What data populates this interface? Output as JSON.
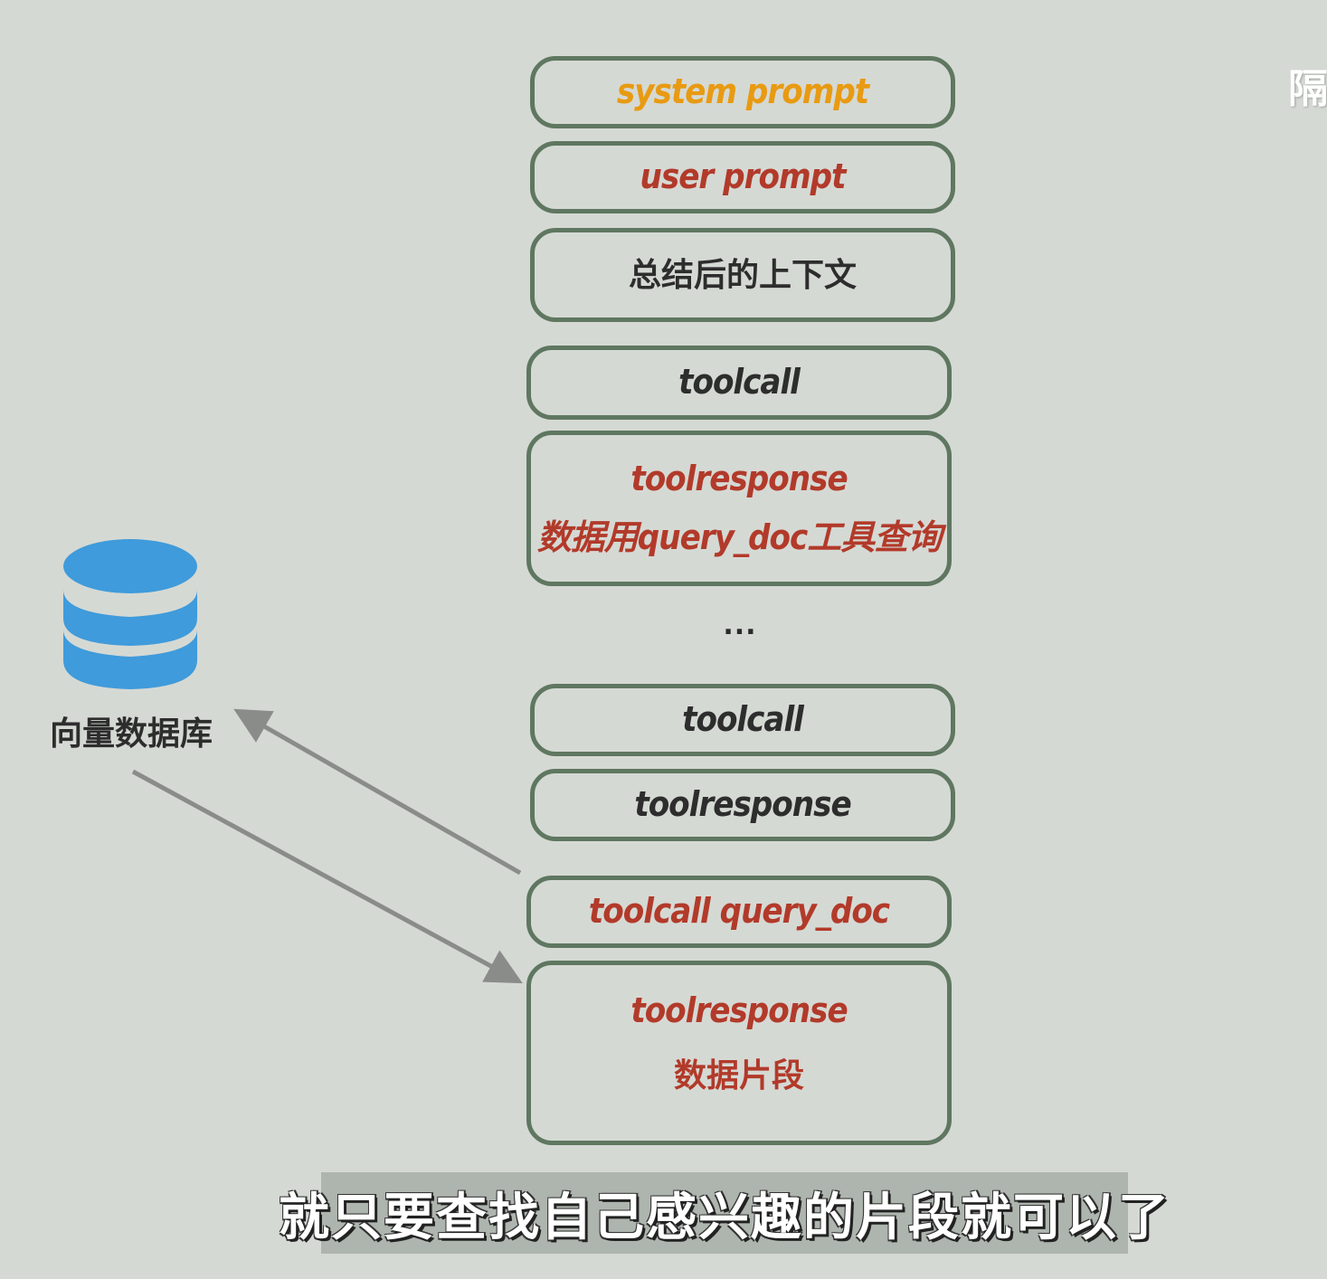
{
  "colors": {
    "background": "#d5d9d4",
    "box_border": "#5f7760",
    "orange": "#e89a12",
    "red": "#b23a2a",
    "dark": "#2d2d2d",
    "db_blue": "#3f9bdb",
    "arrow": "#8a8c8a"
  },
  "stack": {
    "system_prompt": "system prompt",
    "user_prompt": "user prompt",
    "summary_context": "总结后的上下文",
    "toolcall_1": "toolcall",
    "toolresponse_1": "toolresponse",
    "toolresponse_1_note": "数据用query_doc工具查询",
    "ellipsis": "...",
    "toolcall_2": "toolcall",
    "toolresponse_2": "toolresponse",
    "toolcall_query_doc": "toolcall query_doc",
    "toolresponse_3": "toolresponse",
    "toolresponse_3_note": "数据片段"
  },
  "database": {
    "icon": "database-icon",
    "label": "向量数据库"
  },
  "subtitle": "就只要查找自己感兴趣的片段就可以了",
  "corner_watermark": "隔"
}
